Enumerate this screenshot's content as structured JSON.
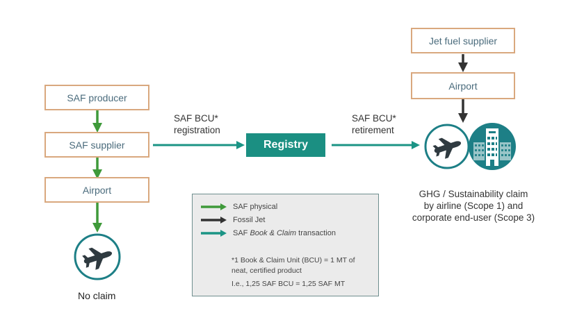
{
  "left_chain": {
    "saf_producer": "SAF producer",
    "saf_supplier": "SAF supplier",
    "airport": "Airport",
    "no_claim": "No claim"
  },
  "right_chain": {
    "jet_fuel_supplier": "Jet fuel supplier",
    "airport": "Airport",
    "claim_line1": "GHG / Sustainability claim",
    "claim_line2": "by airline (Scope 1) and",
    "claim_line3": "corporate end-user (Scope 3)"
  },
  "registry": "Registry",
  "registration_label": {
    "line1": "SAF BCU*",
    "line2": "registration"
  },
  "retirement_label": {
    "line1": "SAF BCU*",
    "line2": "retirement"
  },
  "legend": {
    "saf_physical": "SAF physical",
    "fossil_jet": "Fossil Jet",
    "transaction_prefix": "SAF ",
    "transaction_italic": "Book & Claim",
    "transaction_suffix": " transaction",
    "note_line1": "*1 Book & Claim Unit (BCU) = 1 MT of",
    "note_line2": "neat, certified product",
    "note_line3": "I.e., 1,25 SAF BCU = 1,25 SAF MT"
  },
  "colors": {
    "saf_physical": "#3f9a3a",
    "fossil_jet": "#333333",
    "book_claim": "#1b9485",
    "box_border": "#d9a87e",
    "box_text": "#4a6b7c",
    "registry_fill": "#1b8f82",
    "circle_fill": "#1d7f86"
  },
  "icons": [
    "airplane-icon",
    "building-icon"
  ]
}
